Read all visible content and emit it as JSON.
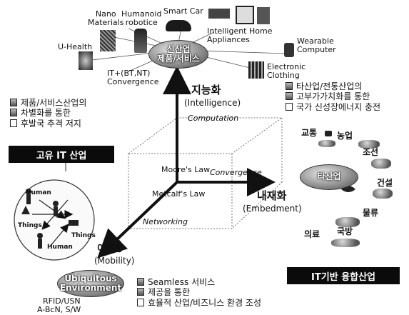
{
  "center_ellipse": {
    "label_line1": "신산업",
    "label_line2": "제품/서비스"
  },
  "top_items": {
    "nano": {
      "line1": "Nano",
      "line2": "Materials"
    },
    "humanoid": {
      "line1": "Humanoid",
      "line2": "robotice"
    },
    "smart_car": "Smart Car",
    "uhealth": "U-Health",
    "home": {
      "line1": "Intelligent Home",
      "line2": "Appliances"
    },
    "wearable": {
      "line1": "Wearable",
      "line2": "Computer"
    },
    "itbt": {
      "line1": "IT+(BT,NT)",
      "line2": "Convergence"
    },
    "electronic": {
      "line1": "Electronic",
      "line2": "Clothing"
    }
  },
  "axes": {
    "up": {
      "label": "지능화",
      "sub": "(Intelligence)",
      "note": "Computation"
    },
    "right": {
      "label": "내재화",
      "sub": "(Embedment)"
    },
    "down": {
      "label": "이동성",
      "sub": "(Mobility)",
      "note": "Networking"
    },
    "moore": "Moore's Law",
    "metcalf": "Metcalf's Law",
    "convergence": "Convergence"
  },
  "left_panel": {
    "bullets": [
      "제품/서비스산업의",
      "차별화를 통한",
      "후발국 추격 저지"
    ],
    "box": "고유 IT 산업"
  },
  "right_panel": {
    "bullets": [
      "타산업/전통산업의",
      "고부가가치화를 통한",
      "국가 신성장에너지 충전"
    ],
    "ellipse": "타산업",
    "industries": [
      "교통",
      "농업",
      "조선",
      "건설",
      "물류",
      "의료",
      "국방"
    ],
    "box": "IT기반 융합산업"
  },
  "bottom_left": {
    "ellipse_line1": "Ubiquitous",
    "ellipse_line2": "Environment",
    "footer_line1": "RFID/USN",
    "footer_line2": "A-BcN, S/W",
    "circle_labels": {
      "human_top": "Human",
      "things_left": "Things",
      "things_right": "Things",
      "human_bottom": "Human"
    }
  },
  "bottom_right": {
    "bullets": [
      "Seamless 서비스",
      "제공을 통한",
      "효율적 산업/비즈니스 환경 조성"
    ]
  }
}
